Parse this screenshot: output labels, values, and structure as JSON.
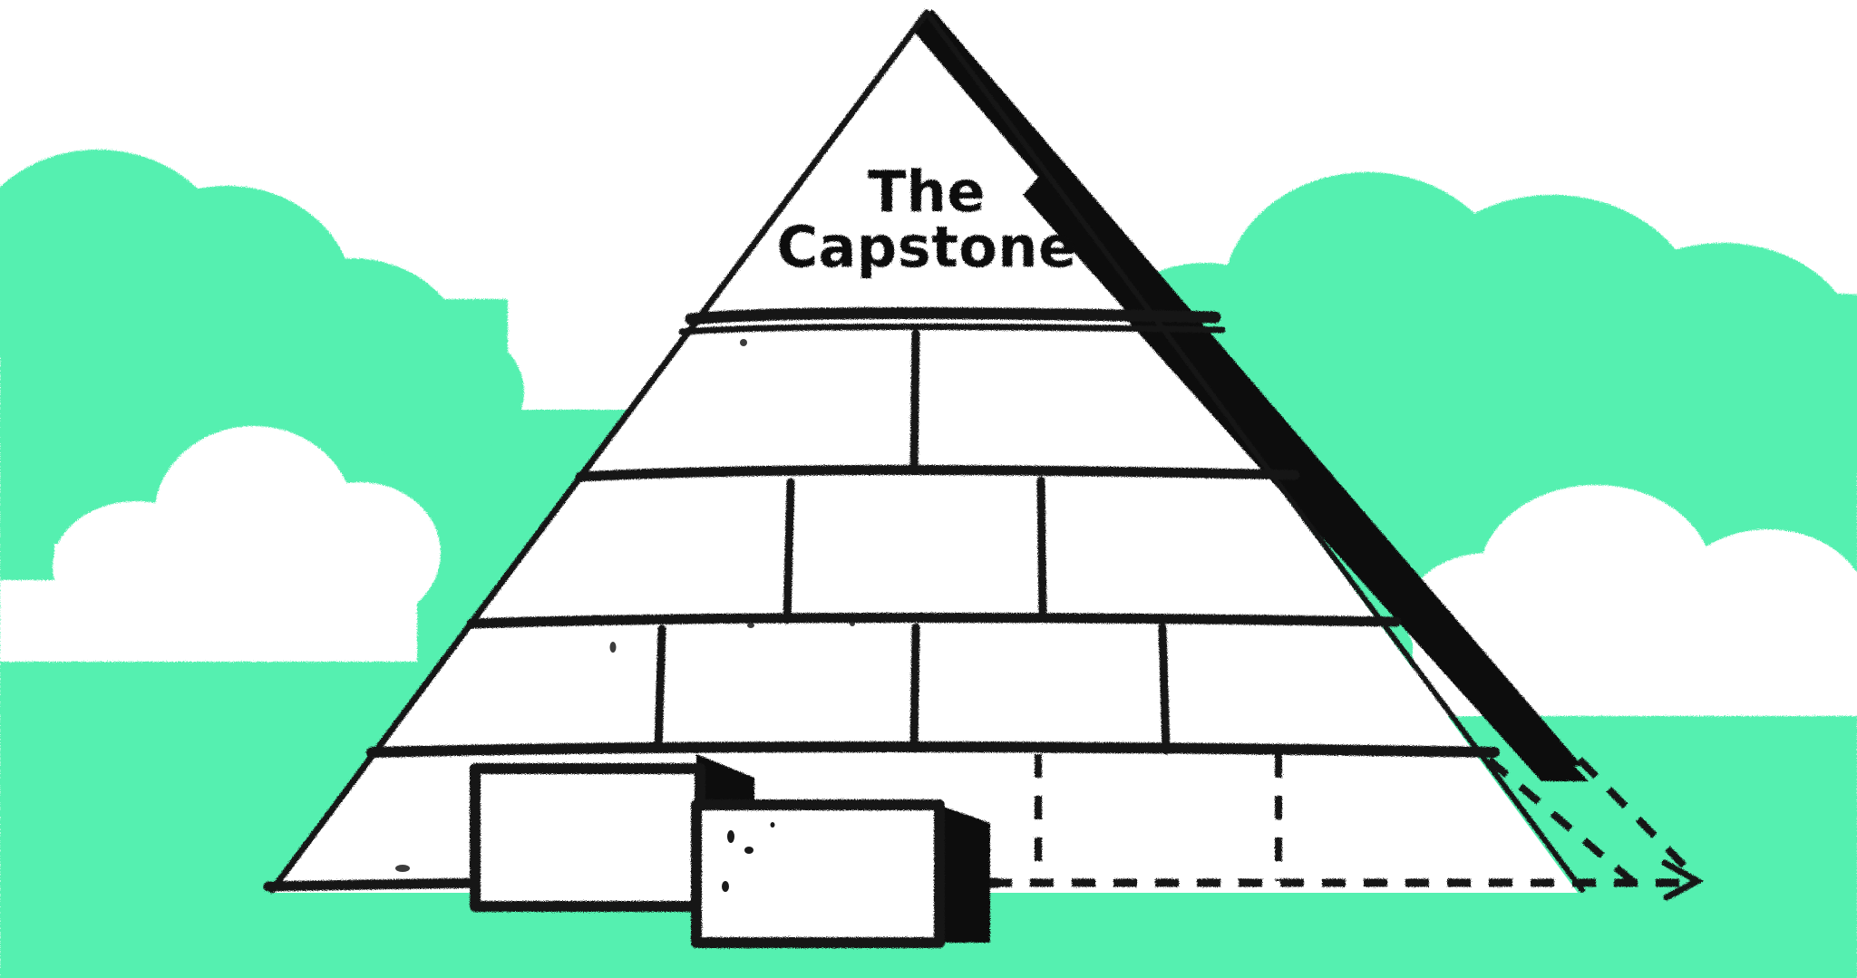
{
  "illustration": {
    "title": "The Capstone",
    "style": "hand-drawn sketch illustration",
    "subject": "pyramid-with-capstone"
  },
  "palette": {
    "sky_green": "#55F0B0",
    "cloud_white": "#FFFFFF",
    "ink_black": "#141414",
    "stone_fill": "#FFFFFF",
    "shade_black": "#0D0D0D"
  },
  "pyramid": {
    "apex_label": "The Capstone",
    "apex_label_lines": [
      "The",
      "Capstone"
    ],
    "rows": [
      {
        "name": "capstone",
        "blocks": 1,
        "complete": true
      },
      {
        "name": "row-2",
        "blocks": 2,
        "complete": true
      },
      {
        "name": "row-3",
        "blocks": 3,
        "complete": true
      },
      {
        "name": "row-4",
        "blocks": 4,
        "complete": true
      },
      {
        "name": "row-5-foundation",
        "blocks": 4,
        "complete": false
      }
    ],
    "unbuilt_row_style": "dashed",
    "loose_blocks": 2
  },
  "background": {
    "horizon_label": "ground-line",
    "cloud_clusters": [
      {
        "side": "left",
        "count": 4
      },
      {
        "side": "right",
        "count": 4
      }
    ],
    "lower_clouds": [
      {
        "side": "left",
        "count": 2
      },
      {
        "side": "right",
        "count": 2
      }
    ]
  }
}
